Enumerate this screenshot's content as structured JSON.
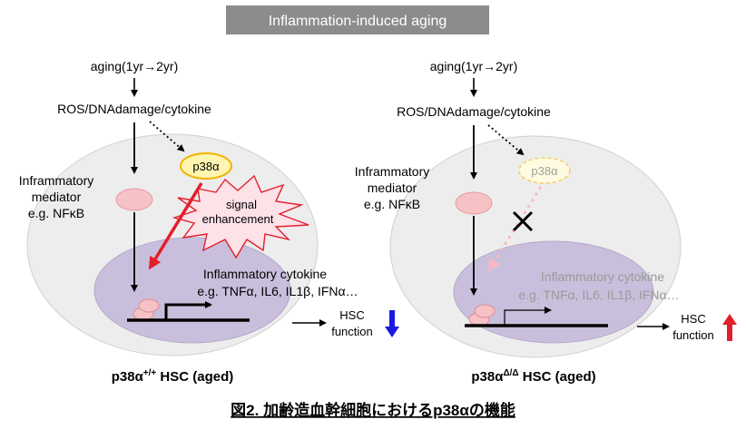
{
  "header": {
    "title": "Inflammation-induced aging"
  },
  "left_panel": {
    "aging": "aging(1yr→2yr)",
    "stress": "ROS/DNAdamage/cytokine",
    "kinase": "p38α",
    "burst_line1": "signal",
    "burst_line2": "enhancement",
    "mediator_line1": "Inframmatory",
    "mediator_line2": "mediator",
    "mediator_line3": "e.g. NFκB",
    "cytokine_line1": "Inflammatory cytokine",
    "cytokine_line2": "e.g. TNFα,  IL6, IL1β, IFNα…",
    "hsc_line1": "HSC",
    "hsc_line2": "function",
    "caption_prefix": "p38α",
    "caption_sup": "+/+",
    "caption_suffix": " HSC (aged)"
  },
  "right_panel": {
    "aging": "aging(1yr→2yr)",
    "stress": "ROS/DNAdamage/cytokine",
    "kinase": "p38α",
    "mediator_line1": "Inframmatory",
    "mediator_line2": "mediator",
    "mediator_line3": "e.g. NFκB",
    "cytokine_line1": "Inflammatory cytokine",
    "cytokine_line2": "e.g. TNFα,  IL6, IL1β, IFNα…",
    "hsc_line1": "HSC",
    "hsc_line2": "function",
    "caption_prefix": "p38α",
    "caption_sup": "Δ/Δ",
    "caption_suffix": " HSC (aged)"
  },
  "figure_caption": "図2. 加齢造血幹細胞におけるp38αの機能",
  "colors": {
    "cell": "#ededed",
    "nucleus": "#c9bfdc",
    "mediator": "#f6c2c6",
    "kinase_fill": "#fff5b0",
    "kinase_stroke": "#f0b400",
    "burst_fill": "#fde2e8",
    "burst_stroke": "#e31e2b",
    "active_arrow": "#e31e2b",
    "inactive_arrow": "#f7b8c2",
    "down_arrow": "#1a1ae0",
    "up_arrow": "#e31e2b"
  }
}
